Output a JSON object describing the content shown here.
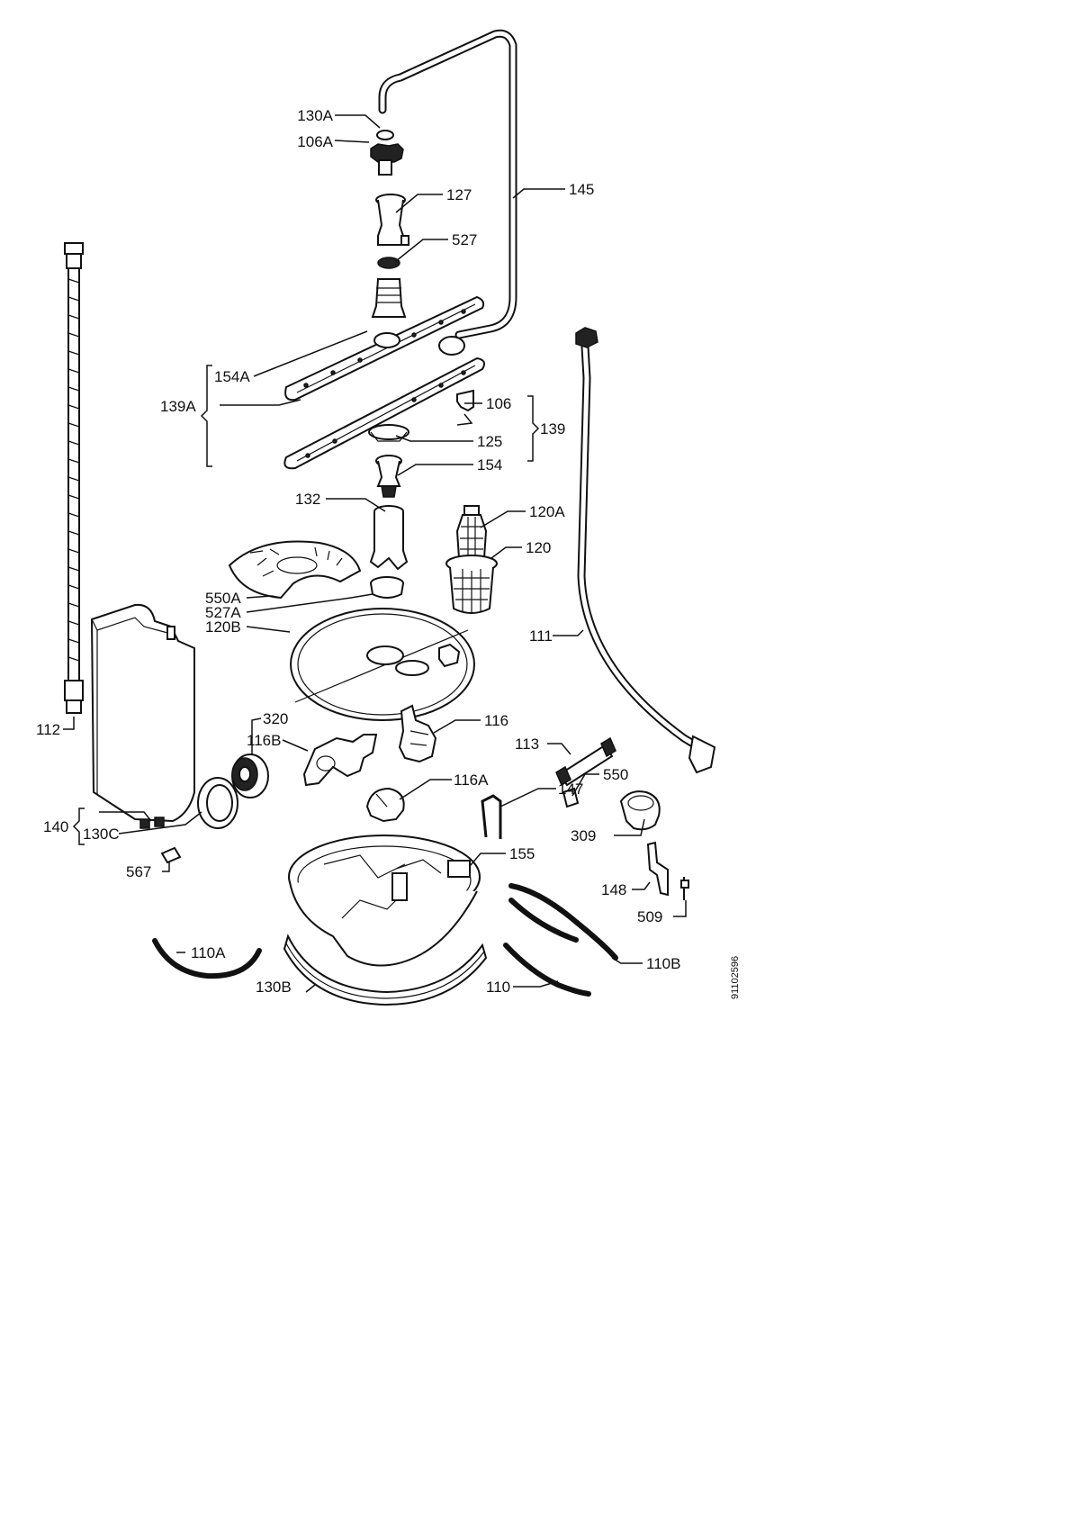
{
  "diagram": {
    "doc_code": "91102596",
    "callouts": {
      "c130A": "130A",
      "c106A": "106A",
      "c127": "127",
      "c145": "145",
      "c527": "527",
      "c154A": "154A",
      "c139A": "139A",
      "c106": "106",
      "c125": "125",
      "c139": "139",
      "c154": "154",
      "c132": "132",
      "c120A": "120A",
      "c120": "120",
      "c550A": "550A",
      "c527A": "527A",
      "c120B": "120B",
      "c111": "111",
      "c112": "112",
      "c320": "320",
      "c116B": "116B",
      "c116": "116",
      "c113": "113",
      "c550": "550",
      "c116A": "116A",
      "c147": "147",
      "c140": "140",
      "c130C": "130C",
      "c309": "309",
      "c155": "155",
      "c567": "567",
      "c148": "148",
      "c509": "509",
      "c110A": "110A",
      "c110B": "110B",
      "c130B": "130B",
      "c110": "110"
    }
  }
}
